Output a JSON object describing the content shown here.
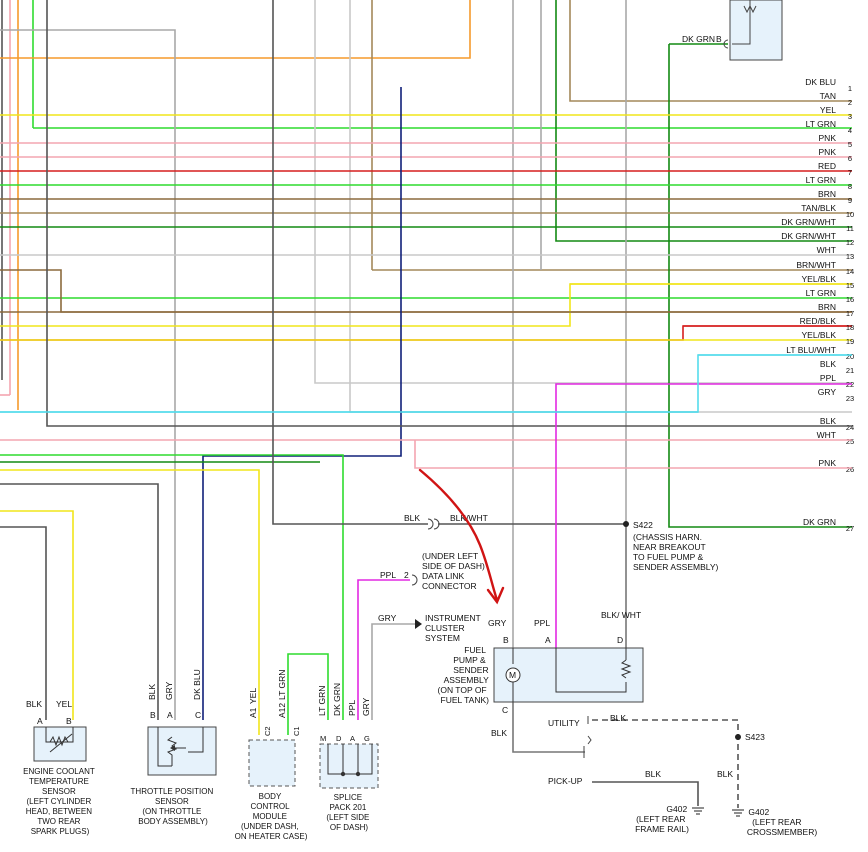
{
  "wires": [
    {
      "num": "1",
      "label": "DK BLU",
      "color": "#10207a"
    },
    {
      "num": "2",
      "label": "TAN",
      "color": "#a3885a"
    },
    {
      "num": "3",
      "label": "YEL",
      "color": "#f1e51a"
    },
    {
      "num": "4",
      "label": "LT GRN",
      "color": "#2fdc2f"
    },
    {
      "num": "5",
      "label": "PNK",
      "color": "#f4a5b1"
    },
    {
      "num": "6",
      "label": "PNK",
      "color": "#f4a5b1"
    },
    {
      "num": "7",
      "label": "RED",
      "color": "#d61f1f"
    },
    {
      "num": "8",
      "label": "LT GRN",
      "color": "#2fdc2f"
    },
    {
      "num": "9",
      "label": "BRN",
      "color": "#8c6a3d"
    },
    {
      "num": "10",
      "label": "TAN/BLK",
      "color": "#a3885a"
    },
    {
      "num": "11",
      "label": "DK GRN/WHT",
      "color": "#138a13"
    },
    {
      "num": "12",
      "label": "DK GRN/WHT",
      "color": "#138a13"
    },
    {
      "num": "13",
      "label": "WHT",
      "color": "#c8c8c8"
    },
    {
      "num": "14",
      "label": "BRN/WHT",
      "color": "#8c6a3d"
    },
    {
      "num": "15",
      "label": "YEL/BLK",
      "color": "#f1e51a"
    },
    {
      "num": "16",
      "label": "LT GRN",
      "color": "#2fdc2f"
    },
    {
      "num": "17",
      "label": "BRN",
      "color": "#8c6a3d"
    },
    {
      "num": "18",
      "label": "RED/BLK",
      "color": "#d61f1f"
    },
    {
      "num": "19",
      "label": "YEL/BLK",
      "color": "#f1e51a"
    },
    {
      "num": "20",
      "label": "LT BLU/WHT",
      "color": "#55dcec"
    },
    {
      "num": "21",
      "label": "BLK",
      "color": "#555555"
    },
    {
      "num": "22",
      "label": "PPL",
      "color": "#e22ae2"
    },
    {
      "num": "23",
      "label": "GRY",
      "color": "#a8a8a8"
    },
    {
      "num": "24",
      "label": "BLK",
      "color": "#555555"
    },
    {
      "num": "25",
      "label": "WHT",
      "color": "#c8c8c8"
    },
    {
      "num": "26",
      "label": "PNK",
      "color": "#f4a5b1"
    },
    {
      "num": "27",
      "label": "DK GRN",
      "color": "#138a13"
    }
  ],
  "top_connector": {
    "pin": "B",
    "wire": "DK GRN"
  },
  "inline_connector": {
    "left": "BLK",
    "right": "BLK/WHT"
  },
  "splice_s422": {
    "id": "S422",
    "note": [
      "(CHASSIS HARN.",
      "NEAR BREAKOUT",
      "TO FUEL PUMP &",
      "SENDER ASSEMBLY)"
    ]
  },
  "dlc": {
    "wire": "PPL",
    "pin": "2",
    "note": [
      "(UNDER LEFT",
      "SIDE OF DASH)",
      "DATA LINK",
      "CONNECTOR"
    ]
  },
  "cluster": {
    "wire": "GRY",
    "note": [
      "INSTRUMENT",
      "CLUSTER",
      "SYSTEM"
    ]
  },
  "fuel_pump": {
    "top_wires": {
      "b": "GRY",
      "a": "PPL",
      "d": "BLK/ WHT"
    },
    "pins": {
      "b": "B",
      "a": "A",
      "d": "D",
      "c": "C"
    },
    "motor": "M",
    "label": [
      "FUEL",
      "PUMP &",
      "SENDER",
      "ASSEMBLY",
      "(ON TOP OF",
      "FUEL TANK)"
    ],
    "c_wire": "BLK"
  },
  "ground_section": {
    "utility": "UTILITY",
    "pickup": "PICK-UP",
    "wire1": "BLK",
    "wire2": "BLK",
    "wire3": "BLK",
    "s423": "S423",
    "g402a": [
      "G402",
      "(LEFT REAR",
      "FRAME RAIL)"
    ],
    "g402b": [
      "G402",
      "(LEFT REAR",
      "CROSSMEMBER)"
    ]
  },
  "coolant_sensor": {
    "wires": [
      "BLK",
      "YEL"
    ],
    "pins": [
      "A",
      "B"
    ],
    "label": [
      "ENGINE COOLANT",
      "TEMPERATURE",
      "SENSOR",
      "(LEFT CYLINDER",
      "HEAD, BETWEEN",
      "TWO REAR",
      "SPARK PLUGS)"
    ]
  },
  "tps": {
    "wires": [
      "BLK",
      "GRY",
      "DK BLU"
    ],
    "pins": [
      "B",
      "A",
      "C"
    ],
    "label": [
      "THROTTLE POSITION",
      "SENSOR",
      "(ON THROTTLE",
      "BODY ASSEMBLY)"
    ]
  },
  "bcm": {
    "wires": [
      "YEL",
      "LT GRN"
    ],
    "pins": [
      "A1",
      "A12"
    ],
    "cavities": [
      "C2",
      "C1"
    ],
    "label": [
      "BODY",
      "CONTROL",
      "MODULE",
      "(UNDER DASH,",
      "ON HEATER CASE)"
    ]
  },
  "splice_pack": {
    "wires": [
      "LT GRN",
      "DK GRN",
      "PPL",
      "GRY"
    ],
    "pins": [
      "M",
      "D",
      "A",
      "G"
    ],
    "label": [
      "SPLICE",
      "PACK 201",
      "(LEFT SIDE",
      "OF DASH)"
    ]
  }
}
